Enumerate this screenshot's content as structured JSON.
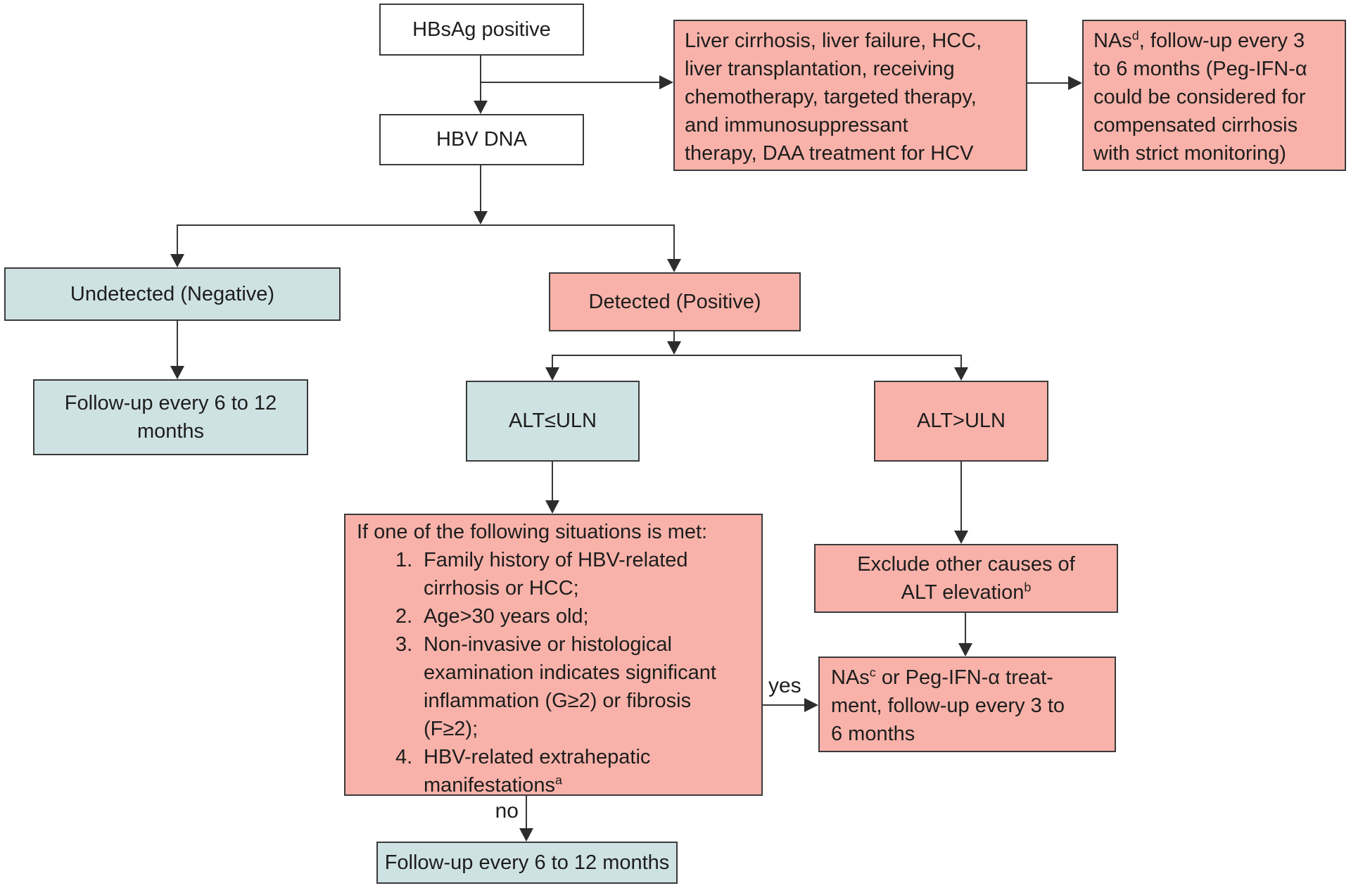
{
  "colors": {
    "box_pink": "#f8b2a9",
    "box_blue": "#cfe2e3",
    "box_white": "#ffffff",
    "border": "#3a3a3a",
    "connector": "#2d2d2d",
    "text": "#1d1d1d"
  },
  "nodes": {
    "hbsag": {
      "label": "HBsAg positive"
    },
    "hbv_dna": {
      "label": "HBV DNA"
    },
    "high_risk": {
      "lines": [
        "Liver cirrhosis, liver failure, HCC,",
        "liver transplantation, receiving",
        "chemotherapy, targeted therapy,",
        "and immunosuppressant",
        "therapy, DAA treatment for HCV"
      ]
    },
    "nas_d": {
      "prefix": "NAs",
      "sup": "d",
      "line1_rest": ", follow-up every 3",
      "lines": [
        "to 6 months (Peg-IFN-α",
        "could be considered for",
        "compensated cirrhosis",
        "with strict monitoring)"
      ]
    },
    "undetected": {
      "label": "Undetected (Negative)"
    },
    "followup_left": {
      "lines": [
        "Follow-up every 6 to 12",
        "months"
      ]
    },
    "detected": {
      "label": "Detected (Positive)"
    },
    "alt_le_uln": {
      "label": "ALT≤ULN"
    },
    "alt_gt_uln": {
      "label": "ALT>ULN"
    },
    "situations": {
      "heading": "If one of the following situations is met:",
      "items": [
        {
          "num": "1.",
          "lines": [
            "Family history of HBV-related",
            "cirrhosis or HCC;"
          ]
        },
        {
          "num": "2.",
          "lines": [
            "Age>30 years old;"
          ]
        },
        {
          "num": "3.",
          "lines": [
            "Non-invasive or histological",
            "examination indicates significant",
            "inflammation (G≥2) or fibrosis",
            "(F≥2);"
          ]
        },
        {
          "num": "4.",
          "line1": "HBV-related extrahepatic",
          "line2_text": "manifestations",
          "line2_sup": "a"
        }
      ]
    },
    "exclude": {
      "line1": "Exclude other causes of",
      "line2_text": "ALT elevation",
      "line2_sup": "b"
    },
    "nas_c": {
      "prefix": "NAs",
      "sup": "c",
      "line1_rest": " or Peg-IFN-α treat-",
      "lines": [
        "ment, follow-up every 3 to",
        "6 months"
      ]
    },
    "followup_bottom": {
      "label": "Follow-up every 6 to 12 months"
    }
  },
  "edge_labels": {
    "yes": "yes",
    "no": "no"
  }
}
